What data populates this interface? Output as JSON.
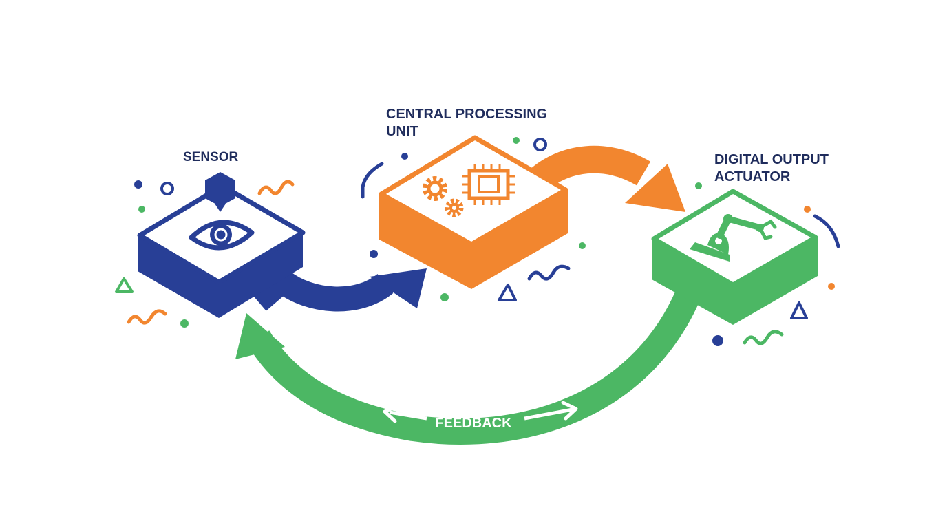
{
  "diagram": {
    "nodes": {
      "sensor": {
        "label": "SENSOR",
        "icon": "eye-icon"
      },
      "cpu": {
        "label_line1": "CENTRAL PROCESSING",
        "label_line2": "UNIT",
        "icon": "cpu-chip-gears-icon"
      },
      "actuator": {
        "label_line1": "DIGITAL OUTPUT",
        "label_line2": "ACTUATOR",
        "icon": "robot-arm-icon"
      }
    },
    "edges": [
      {
        "from": "sensor",
        "to": "cpu"
      },
      {
        "from": "cpu",
        "to": "actuator"
      },
      {
        "from": "actuator",
        "to": "sensor",
        "label": "FEEDBACK"
      }
    ]
  },
  "colors": {
    "navy": "#283f96",
    "orange": "#f2862f",
    "green": "#4cb764",
    "label": "#1f2c5c",
    "background": "#ffffff"
  }
}
